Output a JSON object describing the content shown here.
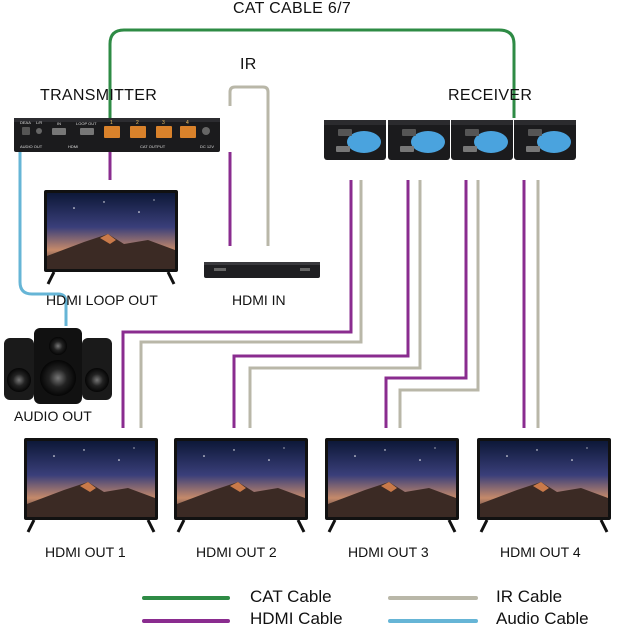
{
  "labels": {
    "cat_cable": "CAT CABLE 6/7",
    "ir": "IR",
    "transmitter": "TRANSMITTER",
    "receiver": "RECEIVER",
    "hdmi_loop_out": "HDMI LOOP OUT",
    "hdmi_in": "HDMI IN",
    "audio_out": "AUDIO OUT",
    "outputs": [
      "HDMI OUT 1",
      "HDMI OUT 2",
      "HDMI OUT 3",
      "HDMI OUT 4"
    ]
  },
  "transmitter_panel": {
    "port_labels": [
      "DEAA",
      "L/R",
      "IN",
      "LOOP OUT",
      "HDMI",
      "CAT OUTPUT",
      "DC 12V"
    ],
    "port_numbers": [
      "1",
      "2",
      "3",
      "4"
    ],
    "audio_out": "AUDIO OUT"
  },
  "legend": [
    {
      "key": "cat",
      "label": "CAT Cable",
      "color": "#2e8b45"
    },
    {
      "key": "hdmi",
      "label": "HDMI Cable",
      "color": "#8a2c8f"
    },
    {
      "key": "ir",
      "label": "IR Cable",
      "color": "#b9b7a8"
    },
    {
      "key": "audio",
      "label": "Audio Cable",
      "color": "#66b5d6"
    }
  ],
  "colors": {
    "cat": "#2e8b45",
    "hdmi": "#8a2c8f",
    "ir": "#b9b7a8",
    "audio": "#66b5d6",
    "device": "#1b1b1d",
    "receiver_accent": "#4aa3de",
    "port_orange": "#d9822b"
  }
}
